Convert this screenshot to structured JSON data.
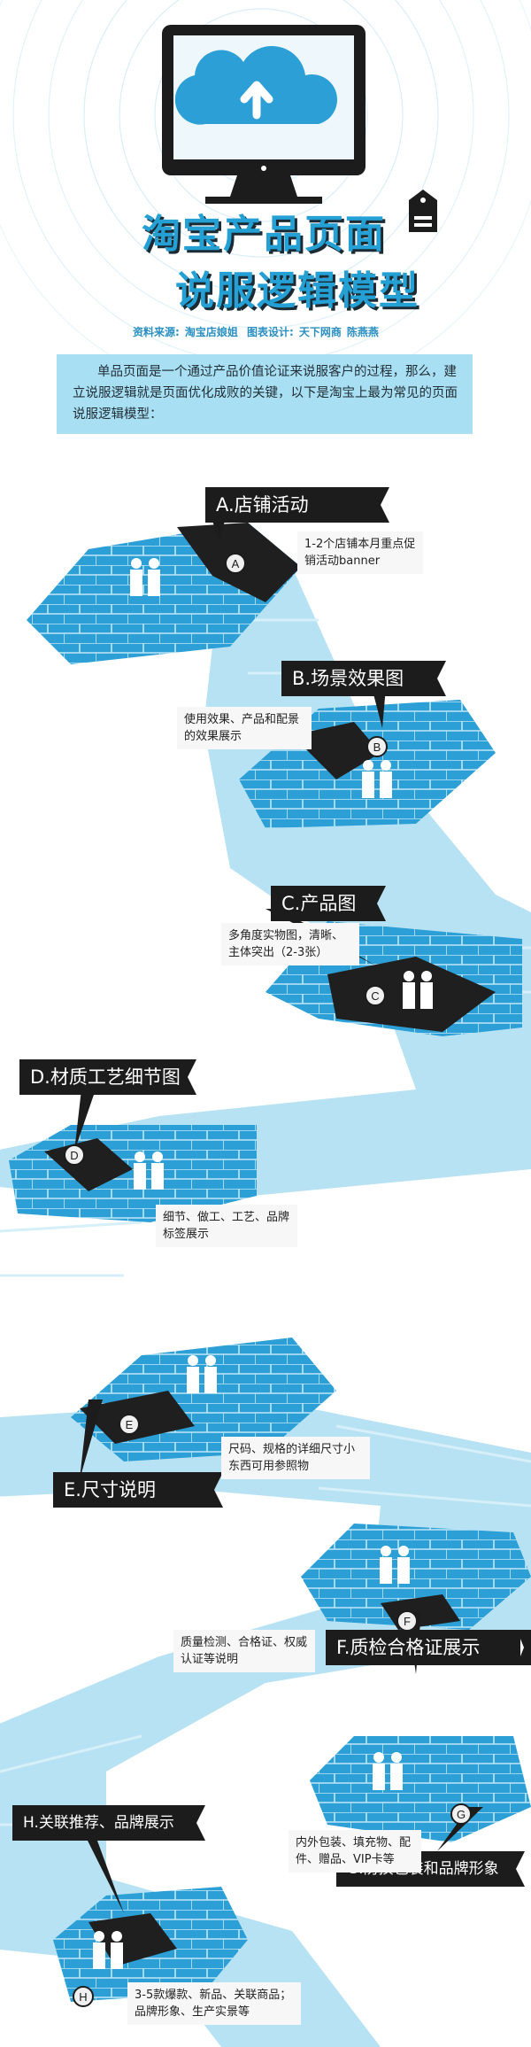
{
  "title": {
    "line1": "淘宝产品页面",
    "line2": "说服逻辑模型"
  },
  "credits": {
    "source_label": "资料来源:",
    "source": "淘宝店娘姐",
    "design_label": "图表设计:",
    "designer_org": "天下网商",
    "designer": "陈燕燕"
  },
  "intro": "单品页面是一个通过产品价值论证来说服客户的过程，那么，建立说服逻辑就是页面优化成败的关键，以下是淘宝上最为常见的页面说服逻辑模型：",
  "steps": [
    {
      "letter": "A",
      "title": "A.店铺活动",
      "desc": "1-2个店铺本月重点促销活动banner"
    },
    {
      "letter": "B",
      "title": "B.场景效果图",
      "desc": "使用效果、产品和配景的效果展示"
    },
    {
      "letter": "C",
      "title": "C.产品图",
      "desc": "多角度实物图，清晰、主体突出（2-3张）"
    },
    {
      "letter": "D",
      "title": "D.材质工艺细节图",
      "desc": "细节、做工、工艺、品牌标签展示"
    },
    {
      "letter": "E",
      "title": "E.尺寸说明",
      "desc": "尺码、规格的详细尺寸小东西可用参照物"
    },
    {
      "letter": "F",
      "title": "F.质检合格证展示",
      "desc": "质量检测、合格证、权威认证等说明"
    },
    {
      "letter": "G",
      "title": "G.防损包装和品牌形象",
      "desc": "内外包装、填充物、配件、赠品、VIP卡等"
    },
    {
      "letter": "H",
      "title": "H.关联推荐、品牌展示",
      "desc": "3-5款爆款、新品、关联商品；品牌形象、生产实景等"
    }
  ],
  "colors": {
    "accent": "#2b9fd6",
    "dark": "#1c1c1c",
    "light_blue": "#a9dff2",
    "path": "#b7e2f3"
  }
}
